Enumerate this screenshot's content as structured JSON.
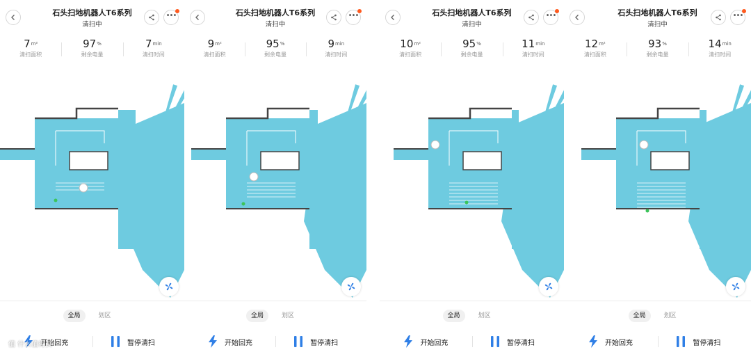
{
  "colors": {
    "map_fill": "#6ecbe0",
    "accent_blue": "#2f7fe6",
    "notify_dot": "#ff5a1f"
  },
  "panels": [
    {
      "title": "石头扫地机器人T6系列",
      "status": "清扫中",
      "stats": [
        {
          "value": "7",
          "unit": "m²",
          "label": "清扫面积"
        },
        {
          "value": "97",
          "unit": "%",
          "label": "剩余电量"
        },
        {
          "value": "7",
          "unit": "min",
          "label": "清扫时间"
        }
      ],
      "tabs": {
        "global": "全局",
        "zone": "划区"
      },
      "actions": {
        "dock": "开始回充",
        "pause": "暂停清扫"
      }
    },
    {
      "title": "石头扫地机器人T6系列",
      "status": "清扫中",
      "stats": [
        {
          "value": "9",
          "unit": "m²",
          "label": "清扫面积"
        },
        {
          "value": "95",
          "unit": "%",
          "label": "剩余电量"
        },
        {
          "value": "9",
          "unit": "min",
          "label": "清扫时间"
        }
      ],
      "tabs": {
        "global": "全局",
        "zone": "划区"
      },
      "actions": {
        "dock": "开始回充",
        "pause": "暂停清扫"
      }
    },
    {
      "title": "石头扫地机器人T6系列",
      "status": "清扫中",
      "stats": [
        {
          "value": "10",
          "unit": "m²",
          "label": "清扫面积"
        },
        {
          "value": "95",
          "unit": "%",
          "label": "剩余电量"
        },
        {
          "value": "11",
          "unit": "min",
          "label": "清扫时间"
        }
      ],
      "tabs": {
        "global": "全局",
        "zone": "划区"
      },
      "actions": {
        "dock": "开始回充",
        "pause": "暂停清扫"
      }
    },
    {
      "title": "石头扫地机器人T6系列",
      "status": "清扫中",
      "stats": [
        {
          "value": "12",
          "unit": "m²",
          "label": "清扫面积"
        },
        {
          "value": "93",
          "unit": "%",
          "label": "剩余电量"
        },
        {
          "value": "14",
          "unit": "min",
          "label": "清扫时间"
        }
      ],
      "tabs": {
        "global": "全局",
        "zone": "划区"
      },
      "actions": {
        "dock": "开始回充",
        "pause": "暂停清扫"
      }
    }
  ],
  "watermark": "值 什么值得买"
}
